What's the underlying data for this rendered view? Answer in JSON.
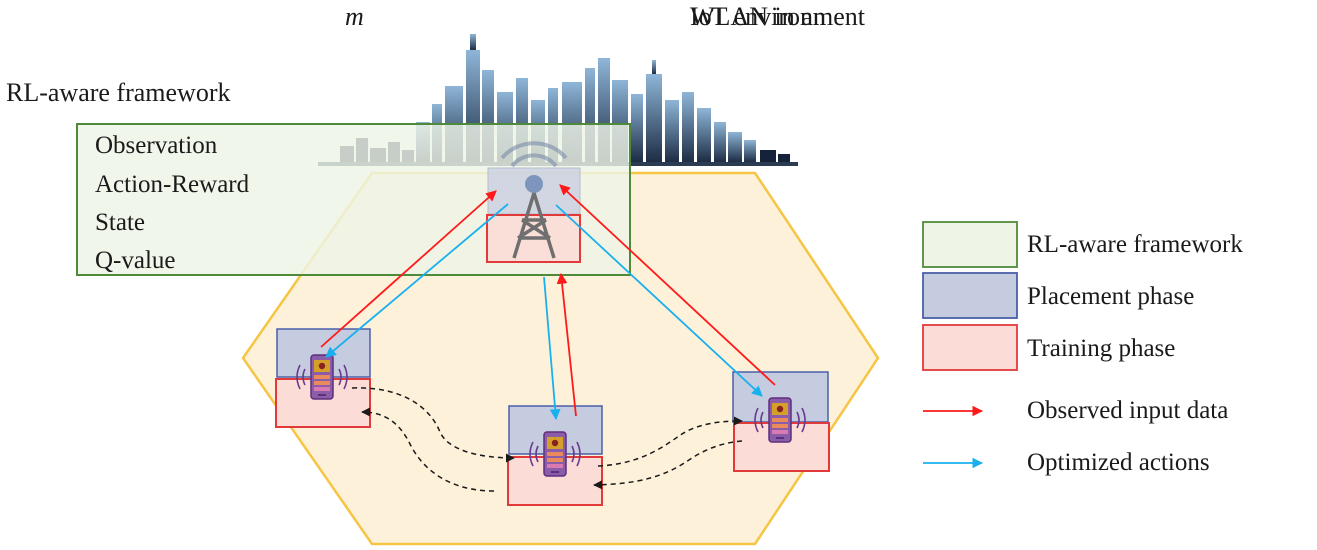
{
  "title": {
    "prefix": "WLAN in an ",
    "emphasis": "m",
    "suffix": "IoT environment"
  },
  "framework": {
    "heading": "RL-aware framework",
    "steps": [
      "Observation",
      "Action-Reward",
      "State",
      "Q-value"
    ]
  },
  "legend": [
    {
      "label": "RL-aware framework",
      "kind": "box",
      "fill": "#eef4e6",
      "stroke": "#4f8a3a"
    },
    {
      "label": "Placement phase",
      "kind": "box",
      "fill": "#c6cce0",
      "stroke": "#4a5fa8"
    },
    {
      "label": "Training phase",
      "kind": "box",
      "fill": "#fbdcd6",
      "stroke": "#e23a3a"
    },
    {
      "label": "Observed input data",
      "kind": "arrow",
      "color": "#ff1a1a"
    },
    {
      "label": "Optimized actions",
      "kind": "arrow",
      "color": "#1ab0ee"
    }
  ],
  "colors": {
    "hexagon_fill": "#fdf1da",
    "hexagon_stroke": "#f5c543",
    "observed_arrow": "#ff1a1a",
    "optimized_arrow": "#1ab0ee",
    "placement_fill": "#c6cce0",
    "placement_stroke": "#4a5fa8",
    "training_fill": "#fbdcd6",
    "training_stroke": "#e23a3a",
    "framework_fill": "#eef4e6",
    "framework_stroke": "#4f8a3a",
    "skyline": "#1f3148"
  },
  "icons": [
    "city-skyline-icon",
    "wifi-tower-icon",
    "smartphone-icon"
  ]
}
